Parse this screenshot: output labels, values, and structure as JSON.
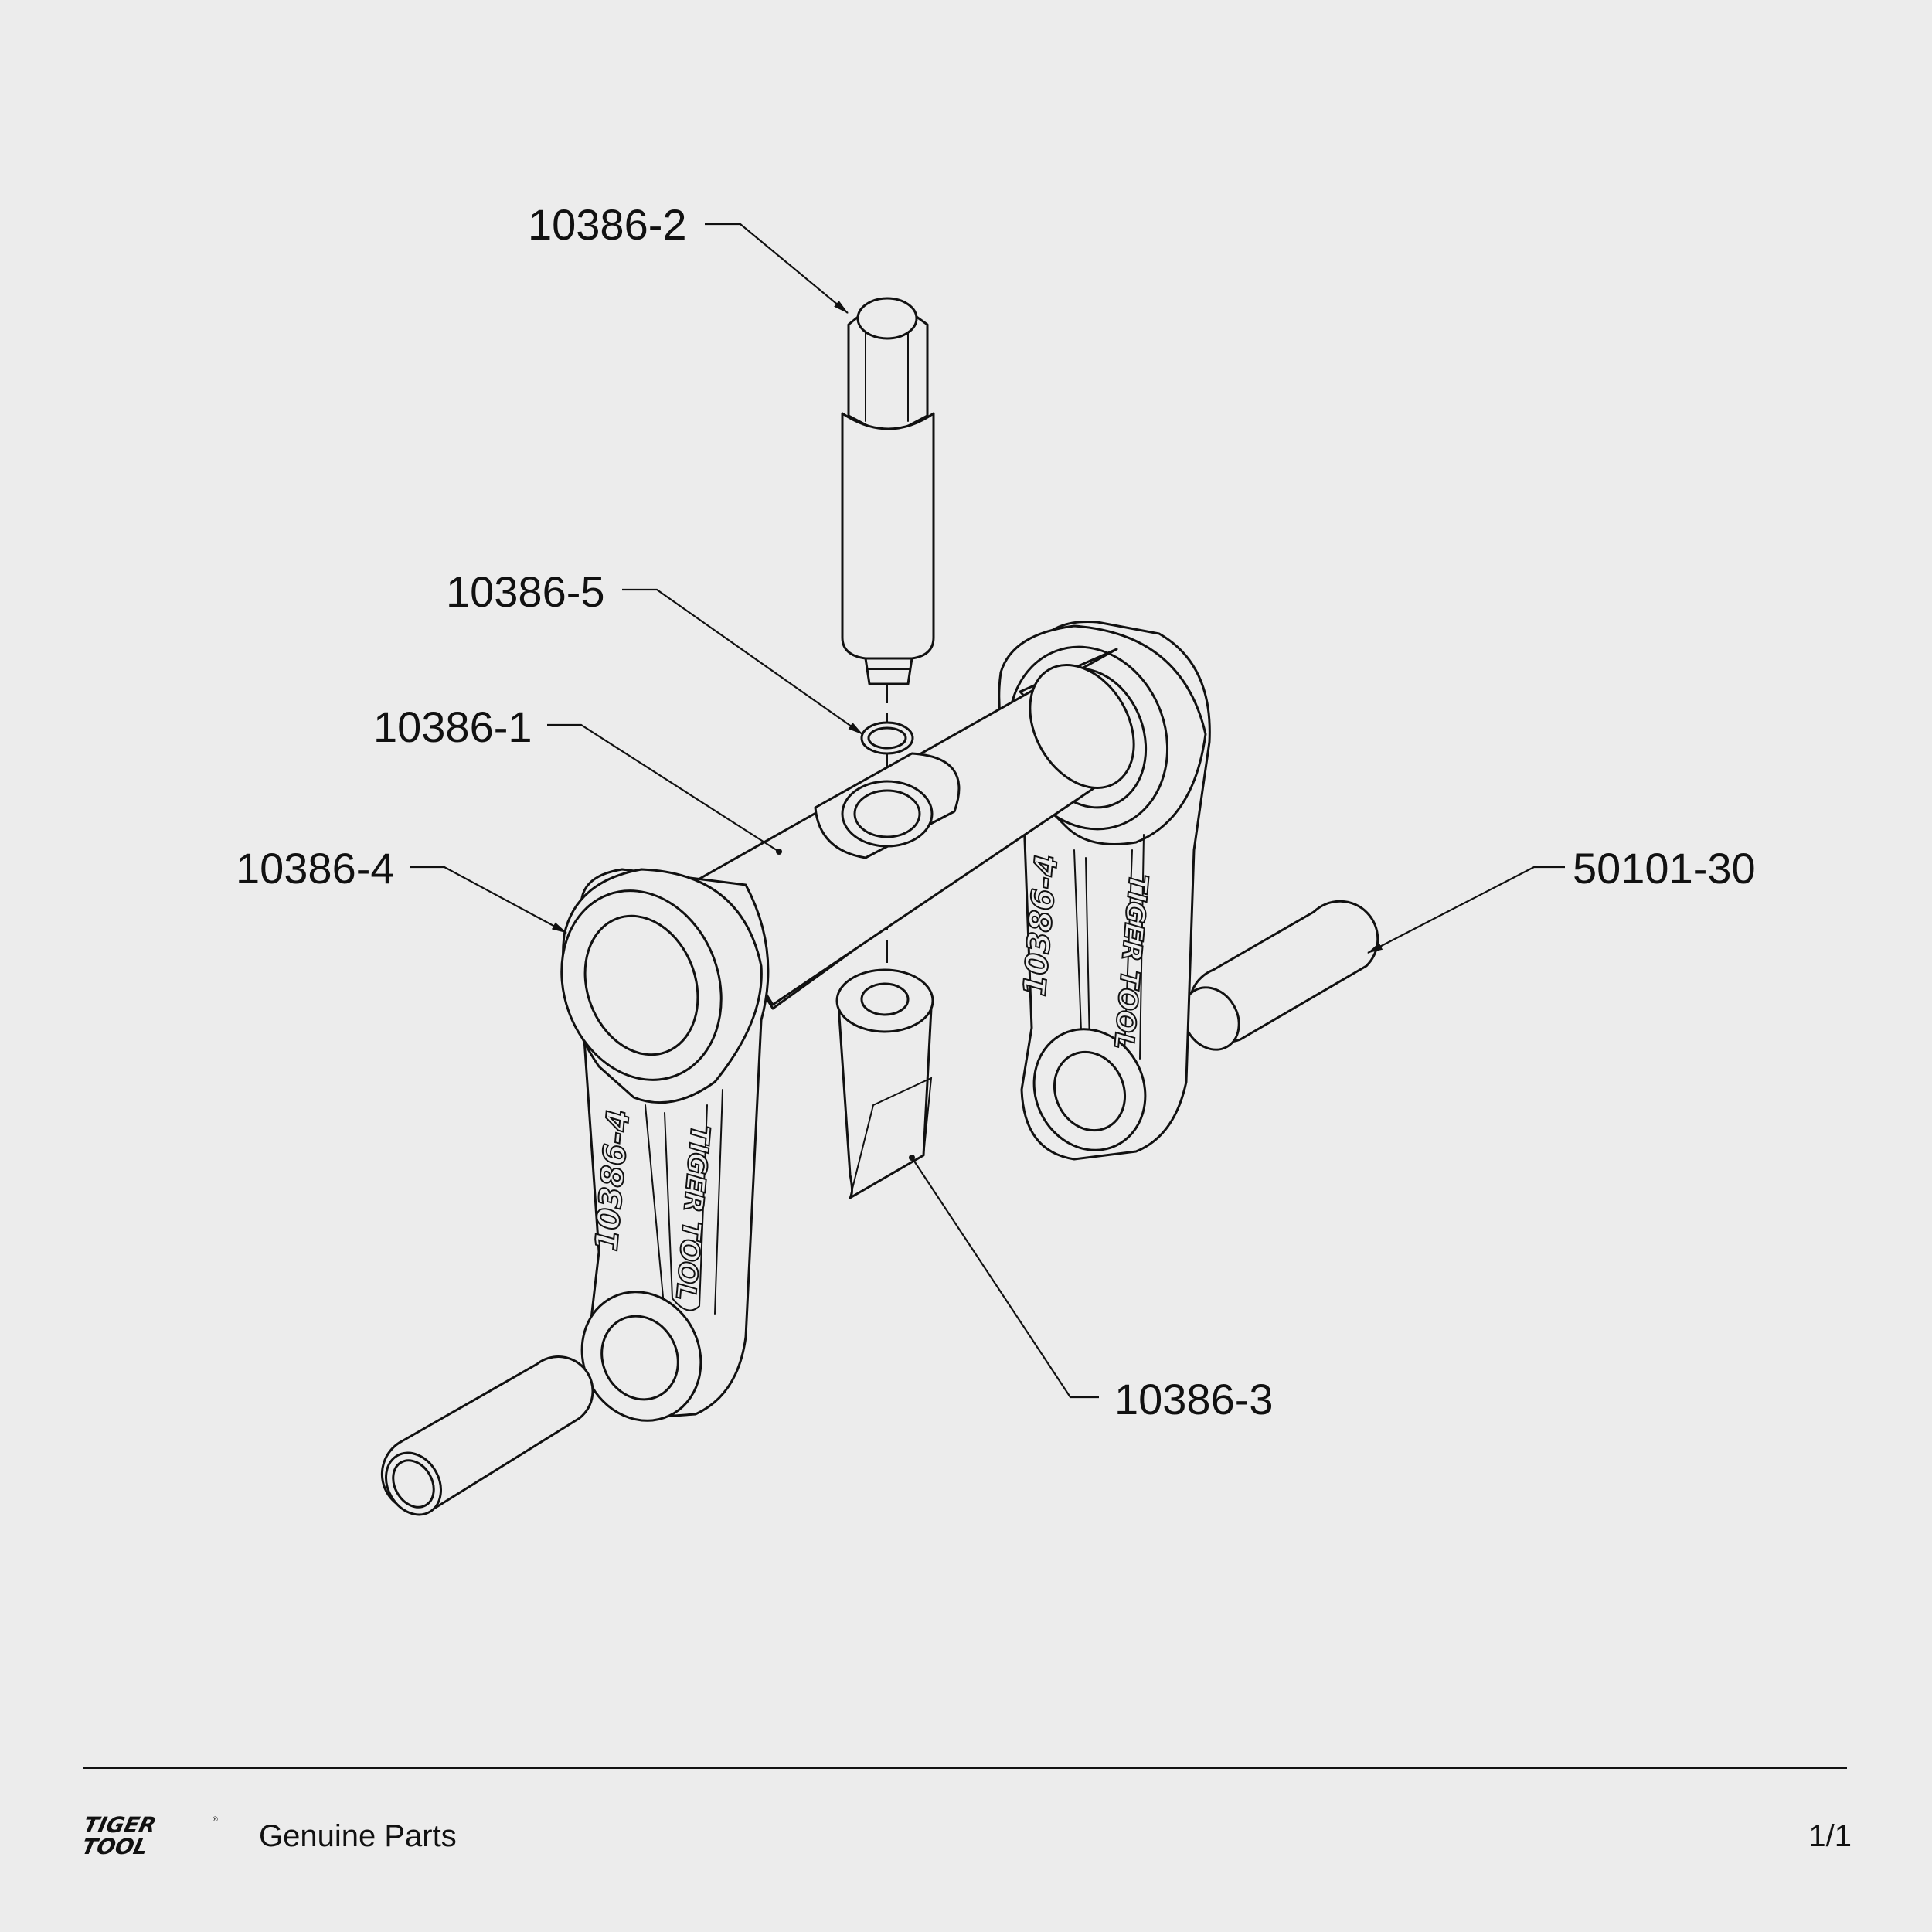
{
  "callouts": {
    "c1": "10386-2",
    "c2": "10386-5",
    "c3": "10386-1",
    "c4": "10386-4",
    "c5": "50101-30",
    "c6": "10386-3"
  },
  "engravings": {
    "part_number": "10386-4",
    "brand": "TIGER TOOL"
  },
  "footer": {
    "logo_line1": "TIGER",
    "logo_line2": "TOOL",
    "tagline": "Genuine Parts",
    "page": "1/1"
  },
  "colors": {
    "background": "#ececec",
    "ink": "#111111"
  }
}
